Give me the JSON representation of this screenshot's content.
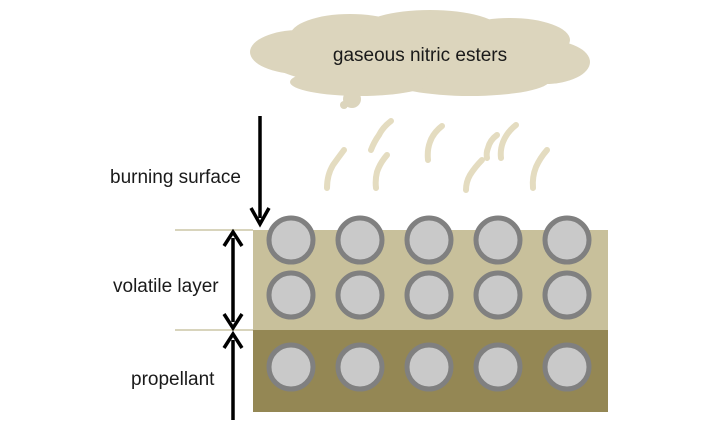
{
  "cloud_label": "gaseous nitric esters",
  "labels": {
    "burning_surface": "burning surface",
    "volatile_layer": "volatile layer",
    "propellant": "propellant"
  },
  "colors": {
    "cloud": "#dcd5bd",
    "vapor_wisps": "#e4dcc0",
    "volatile_layer": "#c8c09b",
    "propellant_layer": "#948754",
    "particle_ring": "#808080",
    "particle_fill": "#c9c9c9",
    "arrows": "#000000",
    "separator_lines": "#ccc6a6"
  },
  "particles": {
    "columns": 5,
    "volatile_rows": 2,
    "propellant_rows": 1
  }
}
